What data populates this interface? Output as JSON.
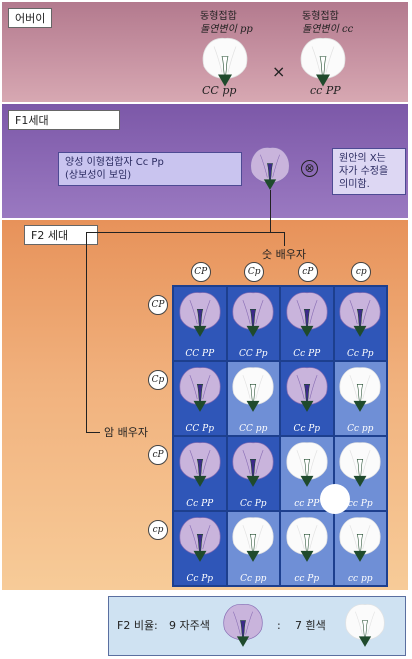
{
  "parents": {
    "label": "어버이",
    "left": {
      "desc_line1": "동형접합",
      "desc_line2": "돌연변이 pp",
      "genotype": "CC pp"
    },
    "cross": "×",
    "right": {
      "desc_line1": "동형접합",
      "desc_line2": "돌연변이 cc",
      "genotype": "cc PP"
    }
  },
  "f1": {
    "label": "F1세대",
    "hybrid_line1": "양성 이형접합자  Cc  Pp",
    "hybrid_line2": "(상보성이 보임)",
    "self_symbol": "⊗",
    "note_line1": "원안의 X는",
    "note_line2": "자가 수정을",
    "note_line3": "의미함."
  },
  "f2": {
    "label": "F2 세대",
    "male_label": "숫 배우자",
    "female_label": "암 배우자",
    "male_gametes": [
      "CP",
      "Cp",
      "cP",
      "cp"
    ],
    "female_gametes": [
      "CP",
      "Cp",
      "cP",
      "cp"
    ],
    "cells": [
      [
        "CC PP",
        "CC Pp",
        "Cc PP",
        "Cc Pp"
      ],
      [
        "CC Pp",
        "CC pp",
        "Cc Pp",
        "Cc pp"
      ],
      [
        "Cc PP",
        "Cc Pp",
        "cc PP",
        "cc Pp"
      ],
      [
        "Cc Pp",
        "Cc pp",
        "cc Pp",
        "cc pp"
      ]
    ],
    "colors": [
      [
        "purple",
        "purple",
        "purple",
        "purple"
      ],
      [
        "purple",
        "white",
        "purple",
        "white"
      ],
      [
        "purple",
        "purple",
        "white",
        "white"
      ],
      [
        "purple",
        "white",
        "white",
        "white"
      ]
    ]
  },
  "ratio": {
    "label": "F2 비율:",
    "purple": "9 자주색",
    "sep": ":",
    "white": "7 흰색"
  },
  "palette": {
    "purple_petal": "#c9b4dc",
    "purple_center": "#3c2a8a",
    "white_petal": "#fbfbfb",
    "stem": "#1f4a2c"
  }
}
